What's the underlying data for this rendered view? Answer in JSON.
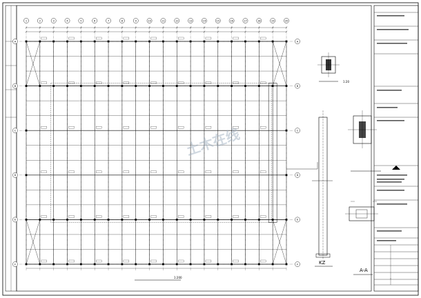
{
  "drawing": {
    "plan_title": "",
    "plan_scale": "1:200",
    "section_label_kz": "KZ",
    "section_label_aa": "A-A",
    "detail_scale": "1:20"
  },
  "grid": {
    "col_labels": [
      "1",
      "2",
      "3",
      "4",
      "5",
      "6",
      "7",
      "8",
      "9",
      "10",
      "11",
      "12",
      "13",
      "14",
      "15",
      "16",
      "17",
      "18",
      "19",
      "20"
    ],
    "row_labels": [
      "A",
      "B",
      "C",
      "D",
      "E",
      "F"
    ]
  },
  "watermark": "土木在线"
}
